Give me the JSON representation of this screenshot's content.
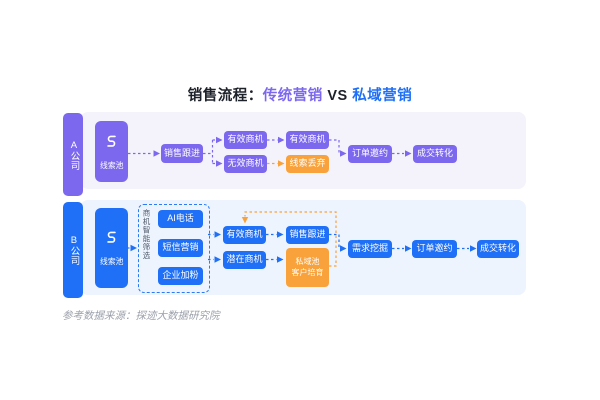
{
  "title": {
    "prefix": "销售流程：",
    "traditional": "传统营销",
    "vs": " VS ",
    "private": "私域营销"
  },
  "colors": {
    "purple": "#7C68EE",
    "blue": "#1F6FF7",
    "orange": "#F9A23B",
    "panel_a_bg": "#F4F3FC",
    "panel_b_bg": "#EDF4FE",
    "title_dark": "#1D2129"
  },
  "section_a": {
    "bar_label": "A公司",
    "pool_label": "线索池",
    "pool_icon": "leads-flow-icon",
    "nodes": {
      "sales_follow": "销售跟进",
      "valid_opp_1": "有效商机",
      "invalid_opp": "无效商机",
      "valid_opp_2": "有效商机",
      "lead_discard": "线索丢弃",
      "order_invite": "订单邀约",
      "deal_convert": "成交转化"
    }
  },
  "section_b": {
    "bar_label": "B公司",
    "pool_label": "线索池",
    "pool_icon": "leads-flow-icon",
    "screening": {
      "label": "商机智能筛选",
      "items": [
        "AI电话",
        "短信营销",
        "企业加粉"
      ]
    },
    "nodes": {
      "valid_opp": "有效商机",
      "potential_opp": "潜在商机",
      "sales_follow": "销售跟进",
      "private_pool_line1": "私域池",
      "private_pool_line2": "客户培育",
      "demand_mining": "需求挖掘",
      "order_invite": "订单邀约",
      "deal_convert": "成交转化"
    }
  },
  "footer": {
    "source": "参考数据来源：探迹大数据研究院"
  }
}
